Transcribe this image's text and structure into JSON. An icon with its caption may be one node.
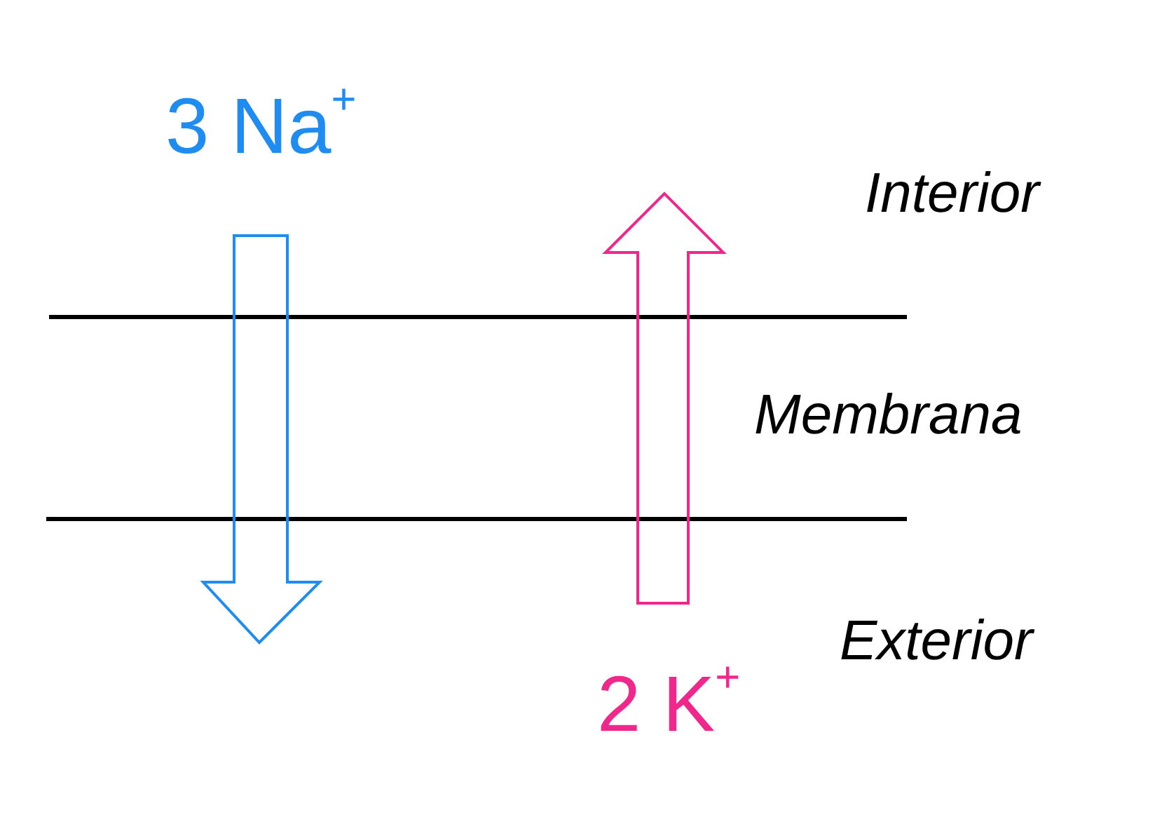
{
  "diagram": {
    "labels": [
      "3 Na$^{+}$",
      "Interior",
      "Membrana",
      "Exterior",
      "2 K$^{+}$"
    ]
  }
}
